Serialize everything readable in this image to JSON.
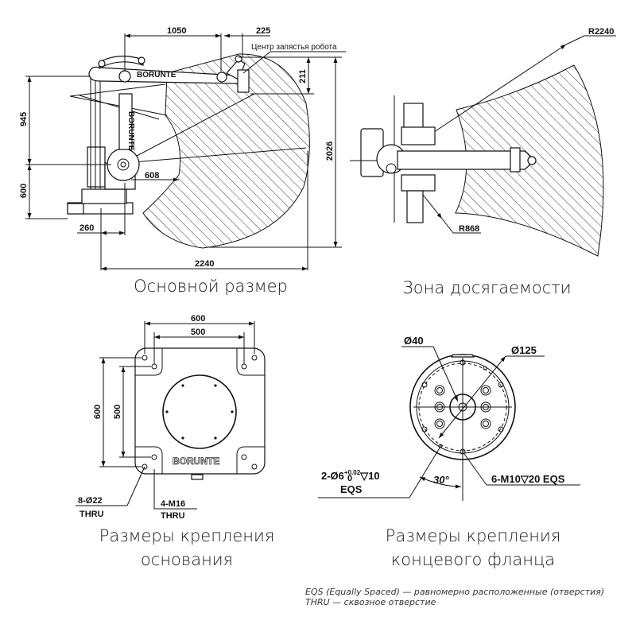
{
  "captions": {
    "main_dimensions": "Основной размер",
    "reach_zone": "Зона досягаемости",
    "base_mount_line1": "Размеры крепления",
    "base_mount_line2": "основания",
    "flange_mount_line1": "Размеры крепления",
    "flange_mount_line2": "концевого фланца"
  },
  "side_view": {
    "dim_1050": "1050",
    "dim_225": "225",
    "wrist_center_label": "Центр запястья робота",
    "dim_211": "211",
    "dim_945": "945",
    "dim_600": "600",
    "dim_608": "608",
    "dim_2026": "2026",
    "dim_260": "260",
    "dim_2240": "2240",
    "brand_arm": "BORUNTE",
    "brand_column": "BORUNTE"
  },
  "top_view": {
    "radius_outer": "R2240",
    "radius_inner": "R868"
  },
  "base_view": {
    "dim_600_h": "600",
    "dim_500_h": "500",
    "dim_600_v": "600",
    "dim_500_v": "500",
    "holes_label": "8-Ø22",
    "holes_thru": "THRU",
    "threads_label": "4-M16",
    "threads_thru": "THRU",
    "brand": "BORUNTE"
  },
  "flange_view": {
    "bore_label": "Ø40",
    "pcd_label": "Ø125",
    "pin_label_base": "2-Ø6",
    "pin_tol_upper": "+0.02",
    "pin_tol_lower": "0",
    "pin_label_depth": "▽10",
    "pin_eqs": "EQS",
    "thread_label": "6-M10▽20 EQS",
    "angle_label": "30°"
  },
  "legend": {
    "eqs": "EQS (Equally Spaced) — равномерно расположенные (отверстия)",
    "thru": "THRU — сквозное отверстие"
  }
}
